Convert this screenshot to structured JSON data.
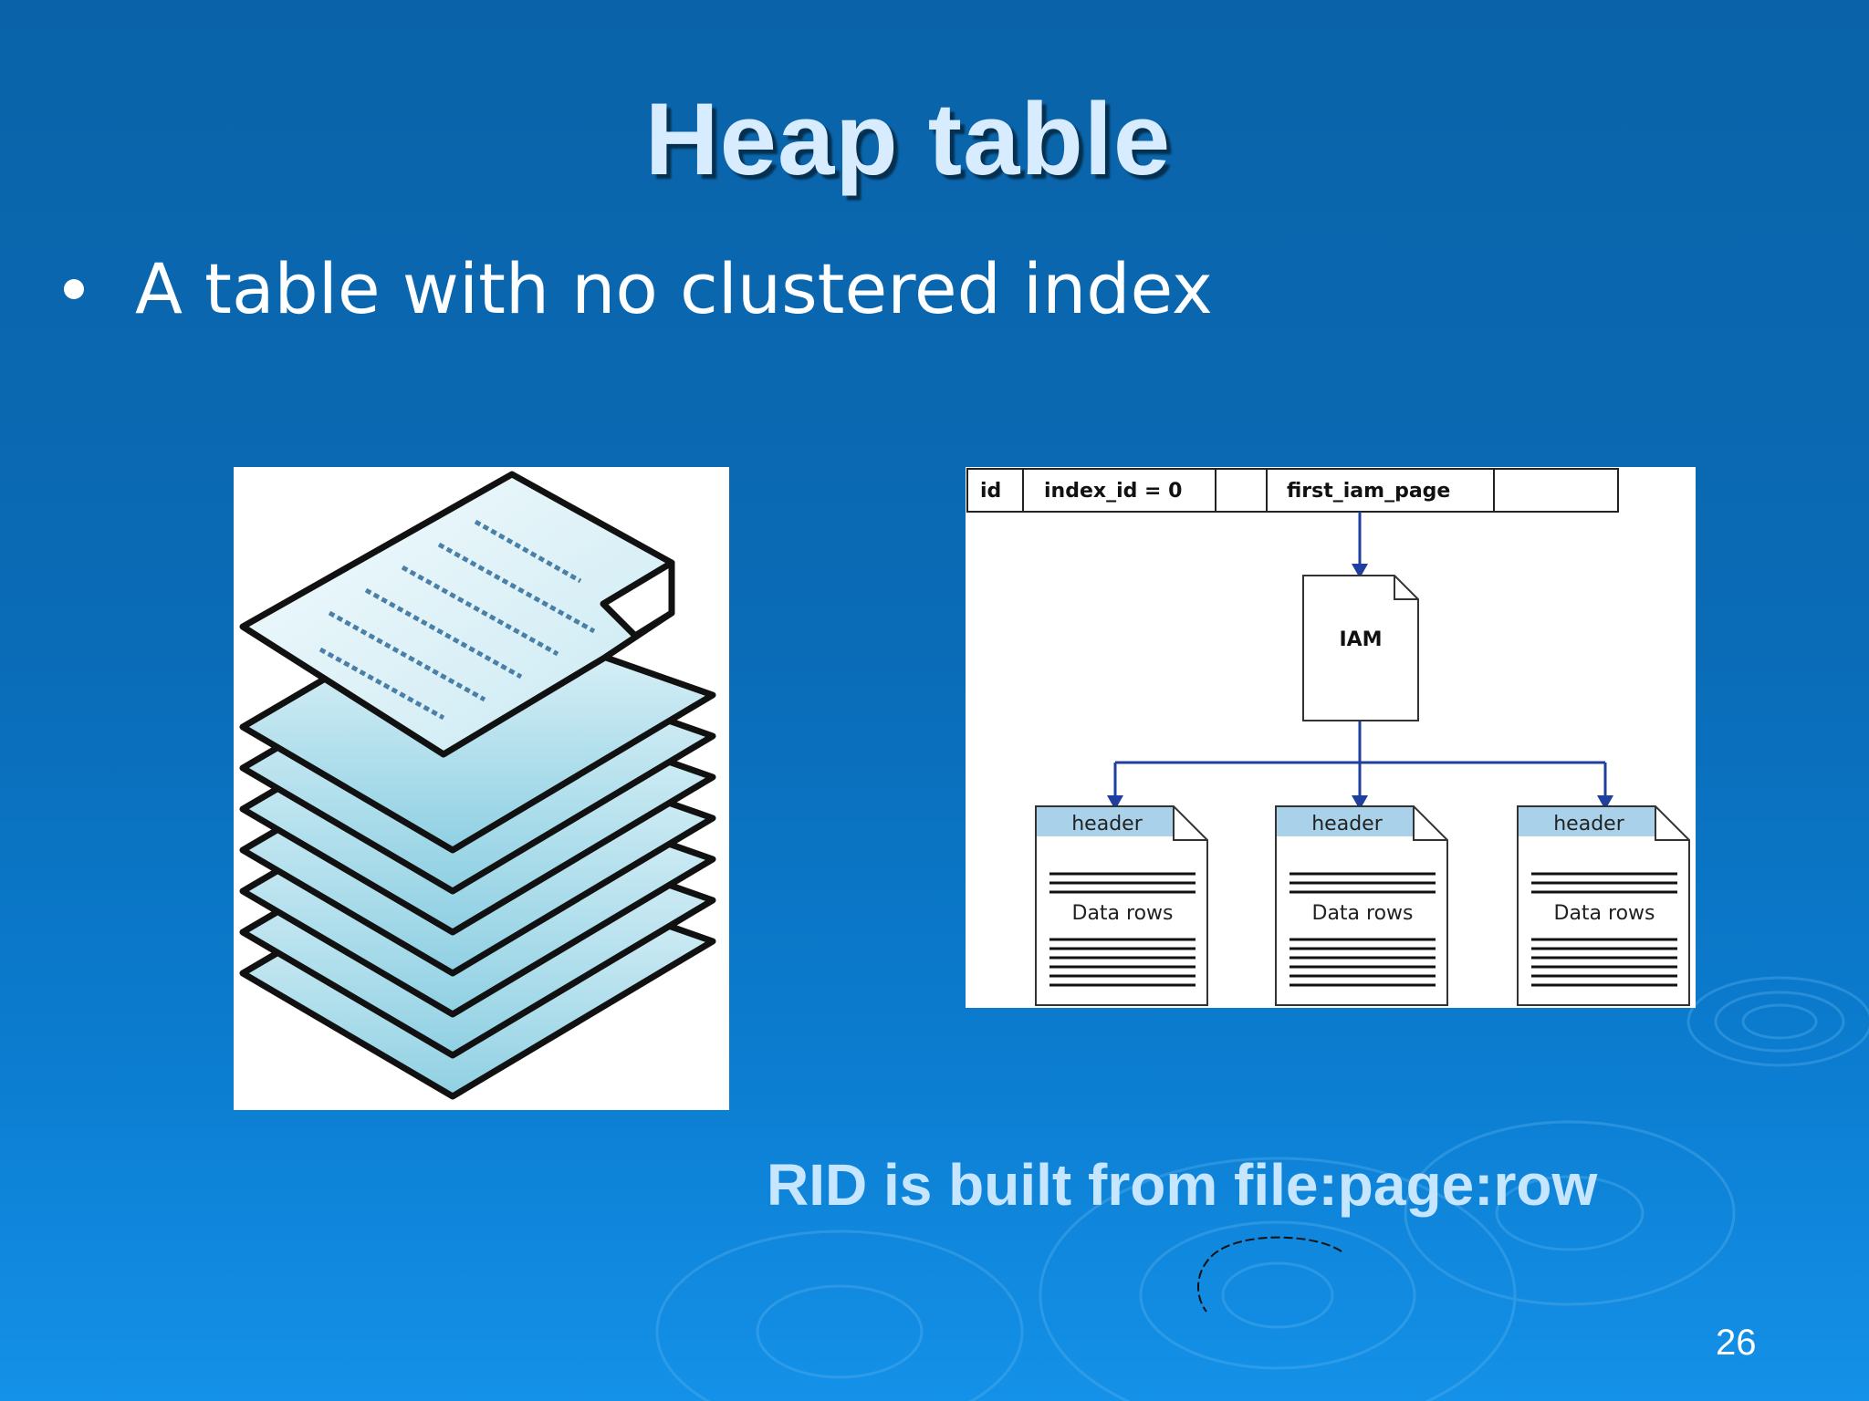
{
  "slide": {
    "title": "Heap table",
    "bullet": "A table with no clustered index",
    "caption": "RID is built from file:page:row",
    "page_number": "26"
  },
  "diagram": {
    "table_cells": [
      "id",
      "index_id = 0",
      "",
      "first_iam_page",
      ""
    ],
    "iam_label": "IAM",
    "pages": [
      {
        "header": "header",
        "body": "Data rows"
      },
      {
        "header": "header",
        "body": "Data rows"
      },
      {
        "header": "header",
        "body": "Data rows"
      }
    ],
    "colors": {
      "arrow": "#1f3f9f",
      "header_fill": "#a9d2ea",
      "paper_fill": "#d6eef6",
      "paper_line": "#3a6e9a"
    }
  }
}
